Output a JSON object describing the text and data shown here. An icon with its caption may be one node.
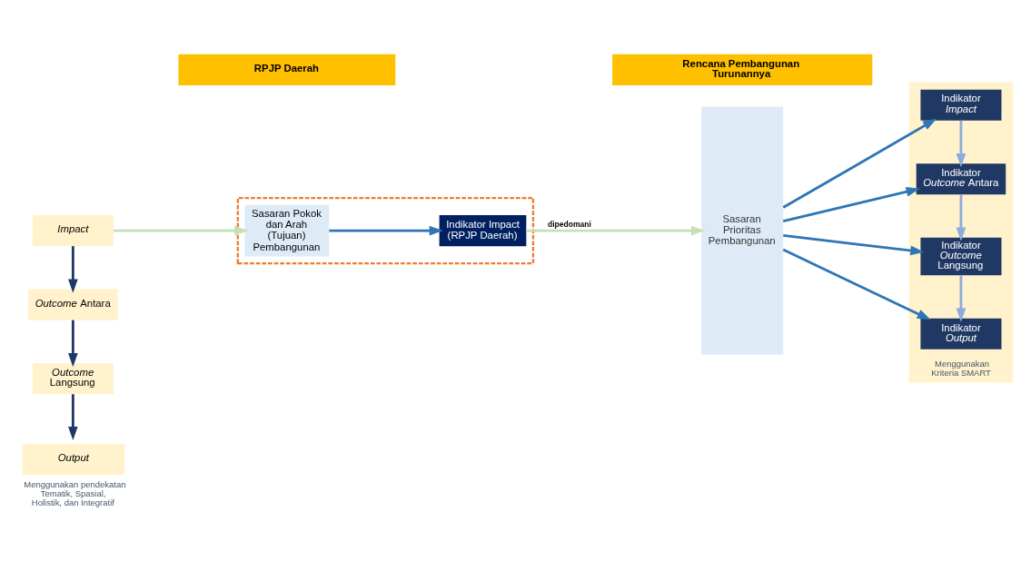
{
  "diagram": {
    "nodes": [
      {
        "text": [
          "RPJP Daerah"
        ]
      },
      {
        "text": [
          "Rencana Pembangunan Turunannya"
        ]
      },
      {
        "text": [
          "*Impact*"
        ]
      },
      {
        "text": [
          "*Outcome* Antara"
        ]
      },
      {
        "text": [
          "*Outcome* Langsung"
        ]
      },
      {
        "text": [
          "*Output*"
        ],
        "beside": [
          "Menggunakan pendekatan Tematik, Spasial, Holistik, dan Integratif"
        ]
      },
      {
        "text": [],
        "shape": "box"
      },
      {
        "text": [
          "Sasaran Pokok dan Arah (Tujuan) Pembangunan"
        ],
        "in": 6
      },
      {
        "text": [
          "Indikator Impact (RPJP Daerah)"
        ],
        "in": 6
      },
      {
        "text": [
          "Sasaran Prioritas Pembangunan"
        ]
      },
      {
        "text": [
          "Menggunakan Kriteria SMART"
        ]
      },
      {
        "text": [
          "Indikator *Impact*"
        ],
        "in": 10
      },
      {
        "text": [
          "Indikator *Outcome* Antara"
        ],
        "in": 10
      },
      {
        "text": [
          "Indikator *Outcome* Langsung"
        ],
        "in": 10
      },
      {
        "text": [
          "Indikator *Output*"
        ],
        "in": 10
      }
    ],
    "edges": [
      {
        "from": 2,
        "to": 7,
        "arrow": "to",
        "color": "#c5e0b4"
      },
      {
        "from": 7,
        "to": 8,
        "arrow": "to"
      },
      {
        "from": 8,
        "to": 9,
        "arrow": "to",
        "label": "dipedomani",
        "color": "#c5e0b4"
      },
      {
        "from": 2,
        "to": 3,
        "arrow": "to",
        "color": "#203864"
      },
      {
        "from": 3,
        "to": 4,
        "arrow": "to",
        "color": "#203864"
      },
      {
        "from": 4,
        "to": 5,
        "arrow": "to",
        "color": "#203864"
      },
      {
        "from": 9,
        "to": 11,
        "arrow": "to"
      },
      {
        "from": 9,
        "to": 12,
        "arrow": "to"
      },
      {
        "from": 9,
        "to": 13,
        "arrow": "to"
      },
      {
        "from": 9,
        "to": 14,
        "arrow": "to"
      },
      {
        "from": 11,
        "to": 12,
        "arrow": "to",
        "color": "#8faadc"
      },
      {
        "from": 12,
        "to": 13,
        "arrow": "to",
        "color": "#8faadc"
      },
      {
        "from": 13,
        "to": 14,
        "arrow": "to",
        "color": "#8faadc"
      }
    ]
  }
}
